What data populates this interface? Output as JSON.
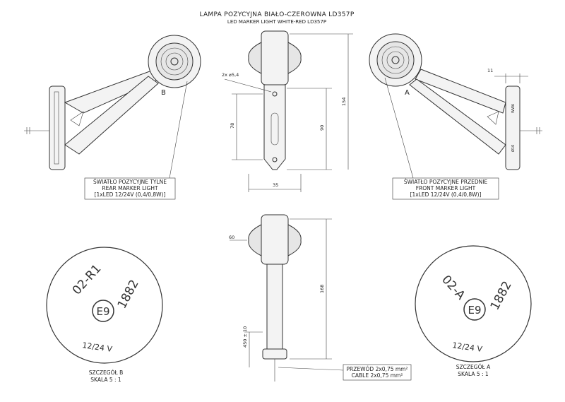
{
  "title": {
    "main": "LAMPA POZYCYJNA BIAŁO-CZEROWNA LD357P",
    "sub": "LED MARKER LIGHT WHITE-RED LD357P"
  },
  "rear_caption": [
    "ŚWIATŁO POZYCYJNE TYLNE",
    "REAR MARKER LIGHT",
    "[1xLED 12/24V (0,4/0,8W)]"
  ],
  "front_caption": [
    "ŚWIATŁO POZYCYJNE PRZEDNIE",
    "FRONT MARKER LIGHT",
    "[1xLED 12/24V (0,4/0,8W)]"
  ],
  "cable_caption": [
    "PRZEWÓD 2x0,75 mm²",
    "CABLE 2x0,75 mm²"
  ],
  "view_labels": {
    "a": "A",
    "b": "B"
  },
  "detail_b": {
    "code": "02-R1",
    "mark": "E9",
    "number": "1882",
    "voltage": "12/24 V",
    "title": "SZCZEGÓŁ B",
    "scale": "SKALA 5 : 1"
  },
  "detail_a": {
    "code": "02-A",
    "mark": "E9",
    "number": "1882",
    "voltage": "12/24 V",
    "title": "SZCZEGÓŁ A",
    "scale": "SKALA 5 : 1"
  },
  "dimensions": {
    "hole": "2x ⌀5,4",
    "d78": "78",
    "d90": "90",
    "d154": "154",
    "d35": "35",
    "d60": "60",
    "d168": "168",
    "d450": "450 ± 10",
    "d11": "11"
  },
  "bracket_marks": [
    "WWA",
    "Ø10"
  ]
}
